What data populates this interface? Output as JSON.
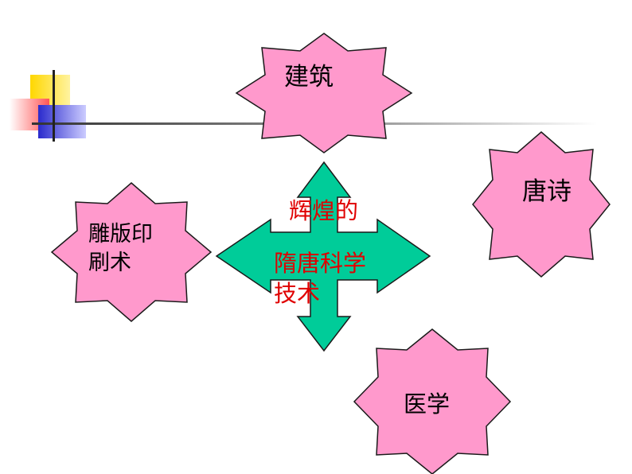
{
  "colors": {
    "star_fill": "#ff99cc",
    "star_stroke": "#1a1a1a",
    "arrow_fill": "#00cc99",
    "arrow_stroke": "#1a1a1a",
    "center_text": "#e00000",
    "deco_yellow": "#ffd700",
    "deco_red": "#ff6666",
    "deco_blue": "#4444dd"
  },
  "center": {
    "line1": "辉煌的",
    "line2": "隋唐科学",
    "line3": "技术"
  },
  "stars": {
    "architecture": "建筑",
    "tang_poetry": "唐诗",
    "printing_line1": "雕版印",
    "printing_line2": "刷术",
    "medicine": "医学"
  }
}
